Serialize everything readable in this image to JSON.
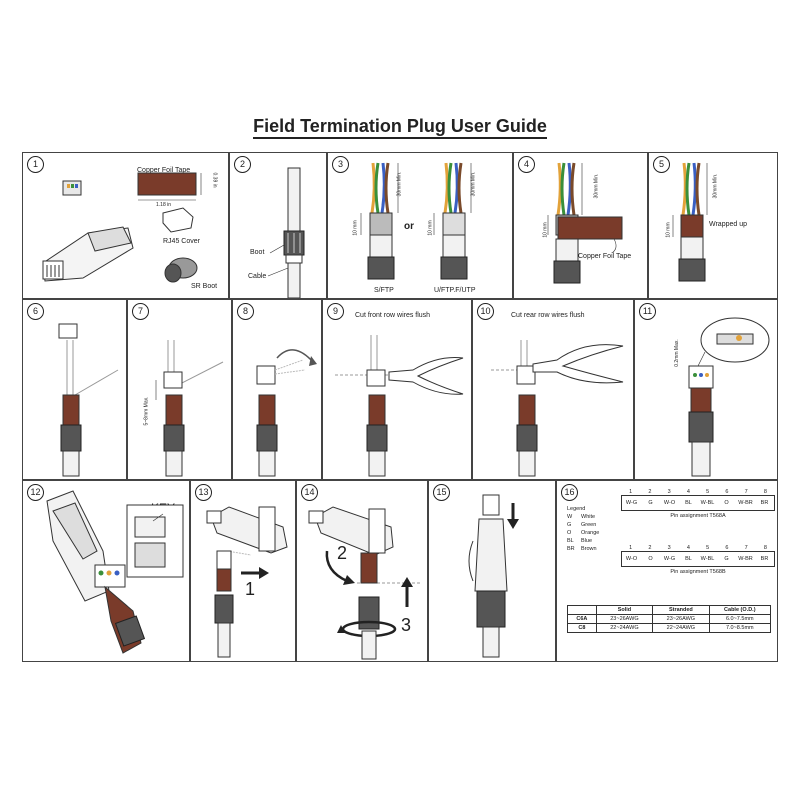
{
  "title": "Field Termination Plug User Guide",
  "steps": {
    "s1": {
      "num": "1",
      "foil_tape": "Copper Foil Tape",
      "dim_w": "1.18 in",
      "dim_h": "0.39 in",
      "cover": "RJ45 Cover",
      "boot": "SR Boot"
    },
    "s2": {
      "num": "2",
      "boot": "Boot",
      "cable": "Cable"
    },
    "s3": {
      "num": "3",
      "dim_long": "30mm Min.",
      "dim_short": "10 mm",
      "or": "or",
      "left_type": "S/FTP",
      "right_type": "U/FTP.F/UTP"
    },
    "s4": {
      "num": "4",
      "dim_long": "30mm Min.",
      "dim_short": "10 mm",
      "tape": "Copper Foil Tape"
    },
    "s5": {
      "num": "5",
      "dim_long": "30mm Min.",
      "dim_short": "10 mm",
      "wrapped": "Wrapped up"
    },
    "s6": {
      "num": "6"
    },
    "s7": {
      "num": "7",
      "dim": "5~8mm Max."
    },
    "s8": {
      "num": "8"
    },
    "s9": {
      "num": "9",
      "note": "Cut front row wires flush"
    },
    "s10": {
      "num": "10",
      "note": "Cut rear row wires flush"
    },
    "s11": {
      "num": "11",
      "dim": "0.2mm Max."
    },
    "s12": {
      "num": "12",
      "key": "KEY"
    },
    "s13": {
      "num": "13",
      "n1": "1"
    },
    "s14": {
      "num": "14",
      "n2": "2",
      "n3": "3"
    },
    "s15": {
      "num": "15"
    },
    "s16": {
      "num": "16",
      "legend_title": "Legend",
      "legend": [
        {
          "code": "W",
          "name": "White"
        },
        {
          "code": "G",
          "name": "Green"
        },
        {
          "code": "O",
          "name": "Orange"
        },
        {
          "code": "BL",
          "name": "Blue"
        },
        {
          "code": "BR",
          "name": "Brown"
        }
      ],
      "pins": [
        "1",
        "2",
        "3",
        "4",
        "5",
        "6",
        "7",
        "8"
      ],
      "t568a": [
        "W-G",
        "G",
        "W-O",
        "BL",
        "W-BL",
        "O",
        "W-BR",
        "BR"
      ],
      "t568a_label": "Pin assignment T568A",
      "t568b": [
        "W-O",
        "O",
        "W-G",
        "BL",
        "W-BL",
        "G",
        "W-BR",
        "BR"
      ],
      "t568b_label": "Pin assignment T568B",
      "table": {
        "headers": [
          "",
          "Solid",
          "Stranded",
          "Cable (O.D.)"
        ],
        "rows": [
          [
            "C6A",
            "23~26AWG",
            "23~26AWG",
            "6.0~7.5mm"
          ],
          [
            "C8",
            "22~24AWG",
            "22~24AWG",
            "7.0~8.5mm"
          ]
        ]
      }
    }
  }
}
